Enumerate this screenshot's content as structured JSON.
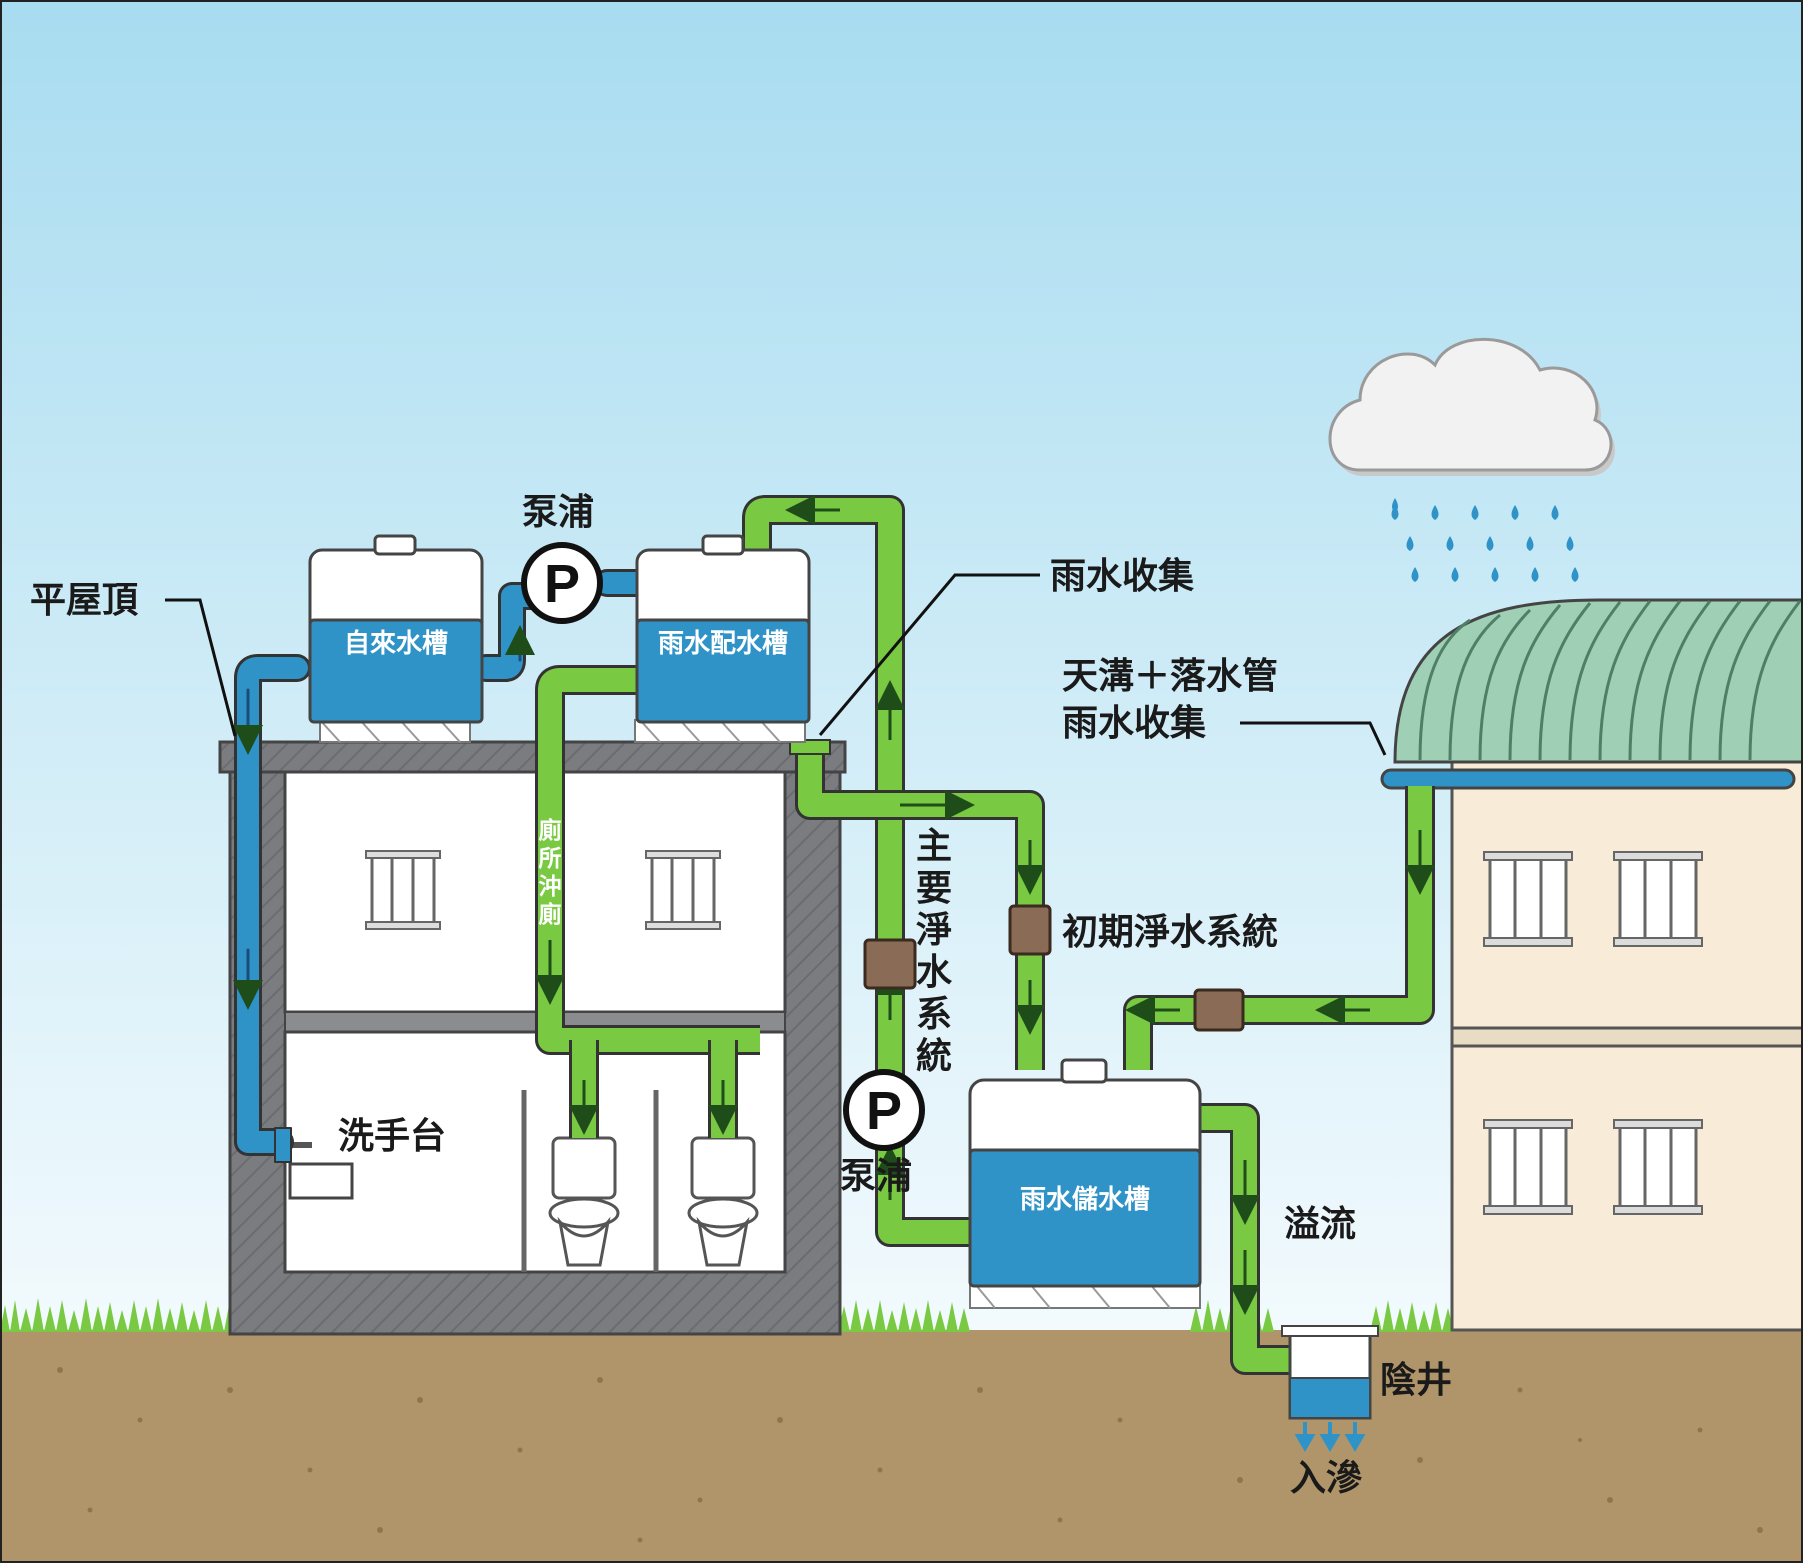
{
  "labels": {
    "flat_roof": "平屋頂",
    "pump_top": "泵浦",
    "pump_bottom": "泵浦",
    "rain_collection": "雨水收集",
    "gutter_line1": "天溝＋落水管",
    "gutter_line2": "雨水收集",
    "main_purification": [
      "主",
      "要",
      "淨",
      "水",
      "系",
      "統"
    ],
    "initial_purification": "初期淨水系統",
    "wash_basin": "洗手台",
    "toilet_flush": [
      "廁",
      "所",
      "沖",
      "廁"
    ],
    "overflow": "溢流",
    "manhole": "陰井",
    "infiltration": "入滲",
    "pump_symbol": "P"
  },
  "tanks": {
    "tap_water_tank": "自來水槽",
    "rain_distribution_tank": "雨水配水槽",
    "rain_storage_tank": "雨水儲水槽"
  },
  "colors": {
    "sky_top": "#a8dcf0",
    "sky_bottom": "#f2fafd",
    "ground": "#b0956a",
    "grass": "#7ac943",
    "building_wall": "#7a7c80",
    "building_room": "#ffffff",
    "pipe_green": "#7ac943",
    "pipe_blue": "#2f93c8",
    "tank_water": "#2f93c8",
    "filter_brown": "#8a6b55",
    "house_wall": "#f8ecd8",
    "house_roof": "#9fcfb4",
    "cloud": "#f2f2f2",
    "raindrop": "#2f93c8"
  },
  "icons": [
    "cloud-icon",
    "raindrop-icon",
    "pump-icon",
    "window-icon",
    "toilet-icon",
    "flow-arrow-icon"
  ]
}
